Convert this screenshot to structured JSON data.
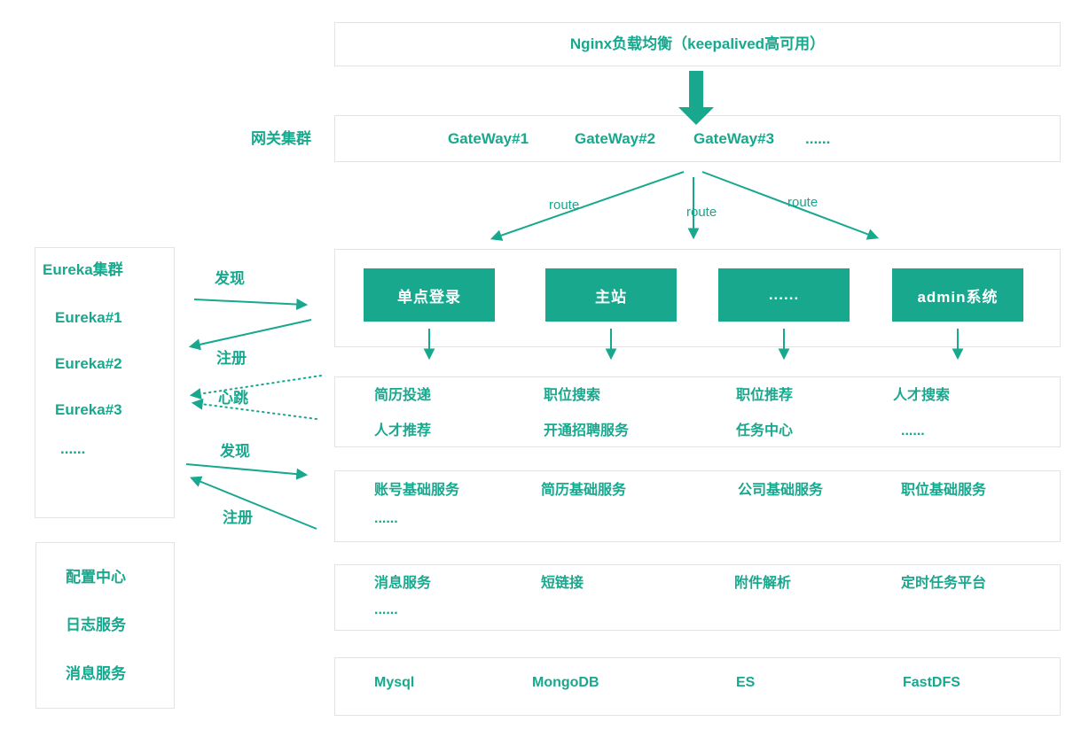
{
  "colors": {
    "teal": "#17A88E",
    "border": "#e3e3e3"
  },
  "nginx": {
    "label": "Nginx负载均衡（keepalived高可用）"
  },
  "gateway_cluster": {
    "side_label": "网关集群",
    "nodes": [
      "GateWay#1",
      "GateWay#2",
      "GateWay#3",
      "......"
    ]
  },
  "route_labels": [
    "route",
    "route",
    "route"
  ],
  "eureka": {
    "title": "Eureka集群",
    "nodes": [
      "Eureka#1",
      "Eureka#2",
      "Eureka#3",
      "......"
    ]
  },
  "eureka_links": {
    "discover_top": "发现",
    "register_top": "注册",
    "heartbeat": "心跳",
    "discover_bottom": "发现",
    "register_bottom": "注册"
  },
  "apps": [
    "单点登录",
    "主站",
    "......",
    "admin系统"
  ],
  "business_services": {
    "row1": [
      "简历投递",
      "职位搜索",
      "职位推荐",
      "人才搜索"
    ],
    "row2": [
      "人才推荐",
      "开通招聘服务",
      "任务中心",
      "......"
    ]
  },
  "base_services": {
    "row1": [
      "账号基础服务",
      "简历基础服务",
      "公司基础服务",
      "职位基础服务"
    ],
    "row2": "......"
  },
  "middleware_services": {
    "row1": [
      "消息服务",
      "短链接",
      "附件解析",
      "定时任务平台"
    ],
    "row2": "......"
  },
  "data_stores": [
    "Mysql",
    "MongoDB",
    "ES",
    "FastDFS"
  ],
  "infra": {
    "items": [
      "配置中心",
      "日志服务",
      "消息服务"
    ]
  }
}
